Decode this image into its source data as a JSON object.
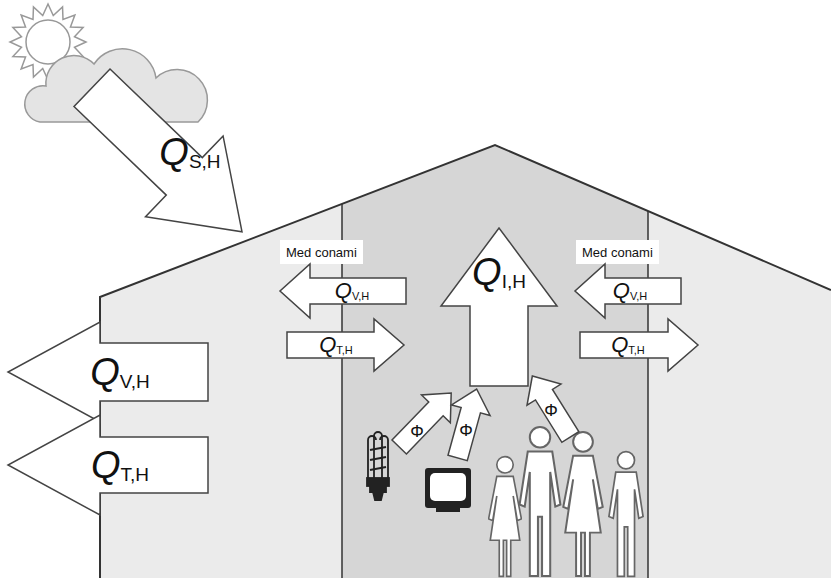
{
  "diagram": {
    "nodes": [
      {
        "text": [
          "Q",
          "S,H"
        ]
      },
      {
        "text": [
          "Med conami"
        ]
      },
      {
        "text": [
          "Q",
          "V,H"
        ]
      },
      {
        "text": [
          "Q",
          "T,H"
        ]
      },
      {
        "text": [
          "Q",
          "I,H"
        ]
      },
      {
        "text": [
          "Med conami"
        ]
      },
      {
        "text": [
          "Q",
          "V,H"
        ]
      },
      {
        "text": [
          "Q",
          "T,H"
        ]
      },
      {
        "text": [
          "Q",
          "V,H"
        ]
      },
      {
        "text": [
          "Q",
          "T,H"
        ]
      },
      {
        "text": [
          "Φ"
        ]
      },
      {
        "text": [
          "Φ"
        ]
      },
      {
        "text": [
          "Φ"
        ]
      }
    ]
  }
}
